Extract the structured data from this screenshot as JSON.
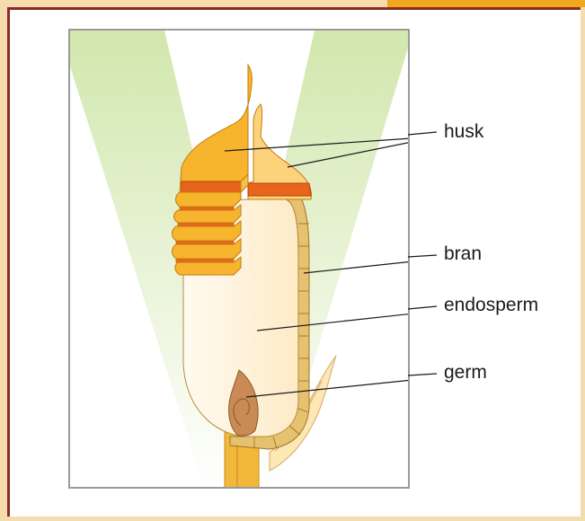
{
  "labels": {
    "husk": "husk",
    "bran": "bran",
    "endosperm": "endosperm",
    "germ": "germ"
  },
  "colors": {
    "page_background": "#f5dcae",
    "accent_tab": "#f0a81e",
    "frame_border": "#8a2b26",
    "husk": "#f7b52d",
    "husk_rim": "#e8651c",
    "endosperm": "#fff2d6",
    "bran": "#e6c270",
    "germ": "#c98a55",
    "v_shape": "#d5eab6"
  }
}
